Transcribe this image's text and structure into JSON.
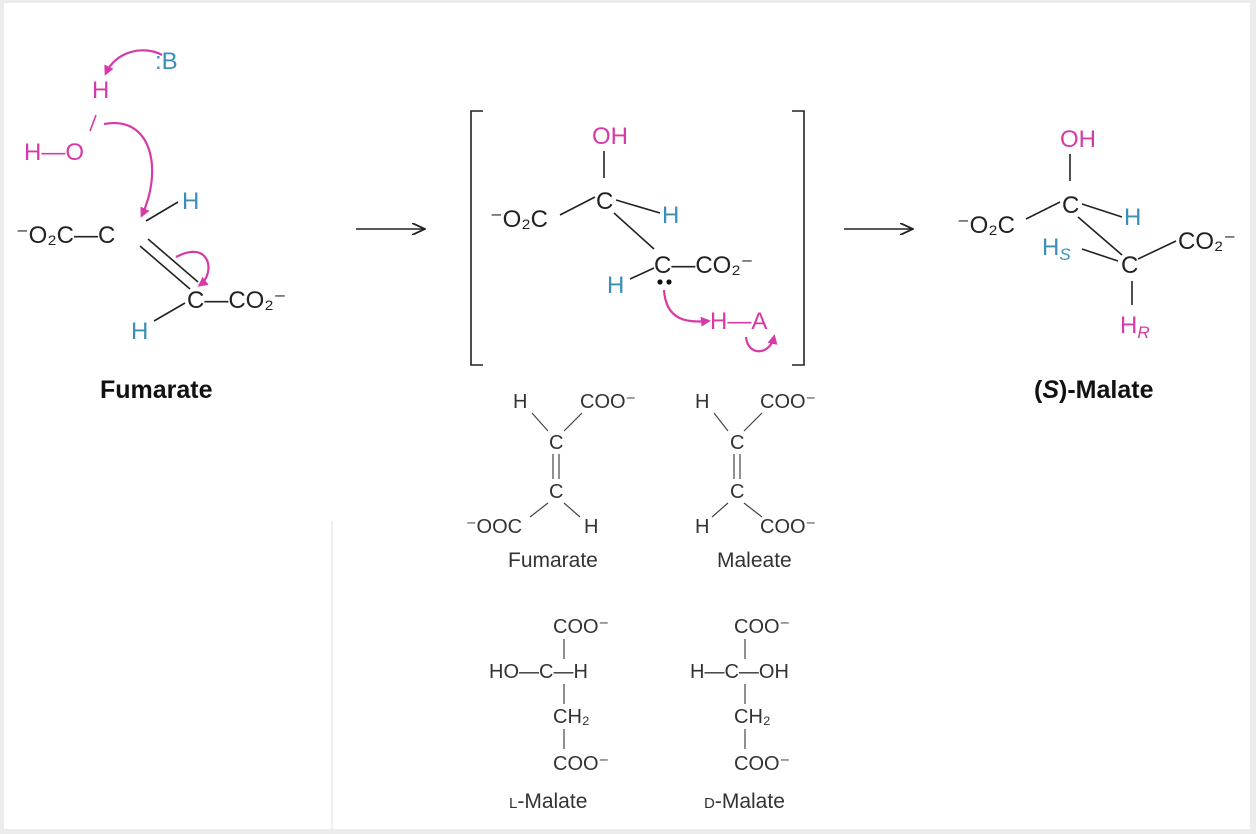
{
  "mechanism": {
    "fumarate": {
      "base": ":B",
      "water_h": "H",
      "water_ho": "H—O",
      "left_carbon": "⁻O₂C—C",
      "top_h": "H",
      "lower_carbon": "C—CO₂⁻",
      "bottom_h": "H",
      "caption": "Fumarate"
    },
    "intermediate": {
      "oh": "OH",
      "left_carbon": "⁻O₂C",
      "upper_c": "C",
      "upper_h": "H",
      "carbanion": "C—CO₂⁻",
      "lower_h": "H",
      "acid": "H—A"
    },
    "malate": {
      "oh": "OH",
      "left_carbon": "⁻O₂C",
      "upper_c": "C",
      "upper_h": "H",
      "hs": "H",
      "hs_sub": "S",
      "co2": "CO₂⁻",
      "lower_c": "C",
      "hr": "H",
      "hr_sub": "R",
      "caption_prefix": "(",
      "caption_italic": "S",
      "caption_suffix": ")-Malate"
    }
  },
  "structures": {
    "fumarate": {
      "h_top": "H",
      "coo_top": "COO⁻",
      "c1": "C",
      "c2": "C",
      "coo_bottom": "⁻OOC",
      "h_bottom": "H",
      "name": "Fumarate"
    },
    "maleate": {
      "h_top": "H",
      "coo_top": "COO⁻",
      "c1": "C",
      "c2": "C",
      "h_bottom": "H",
      "coo_bottom": "COO⁻",
      "name": "Maleate"
    },
    "l_malate": {
      "coo_top": "COO⁻",
      "row": "HO—C—H",
      "ch2": "CH₂",
      "coo_bottom": "COO⁻",
      "prefix": "L",
      "name": "-Malate"
    },
    "d_malate": {
      "coo_top": "COO⁻",
      "row": "H—C—OH",
      "ch2": "CH₂",
      "coo_bottom": "COO⁻",
      "prefix": "D",
      "name": "-Malate"
    }
  },
  "colors": {
    "accent": "#d63aa6",
    "hydrogen": "#3a8fb7",
    "ink": "#222222"
  }
}
